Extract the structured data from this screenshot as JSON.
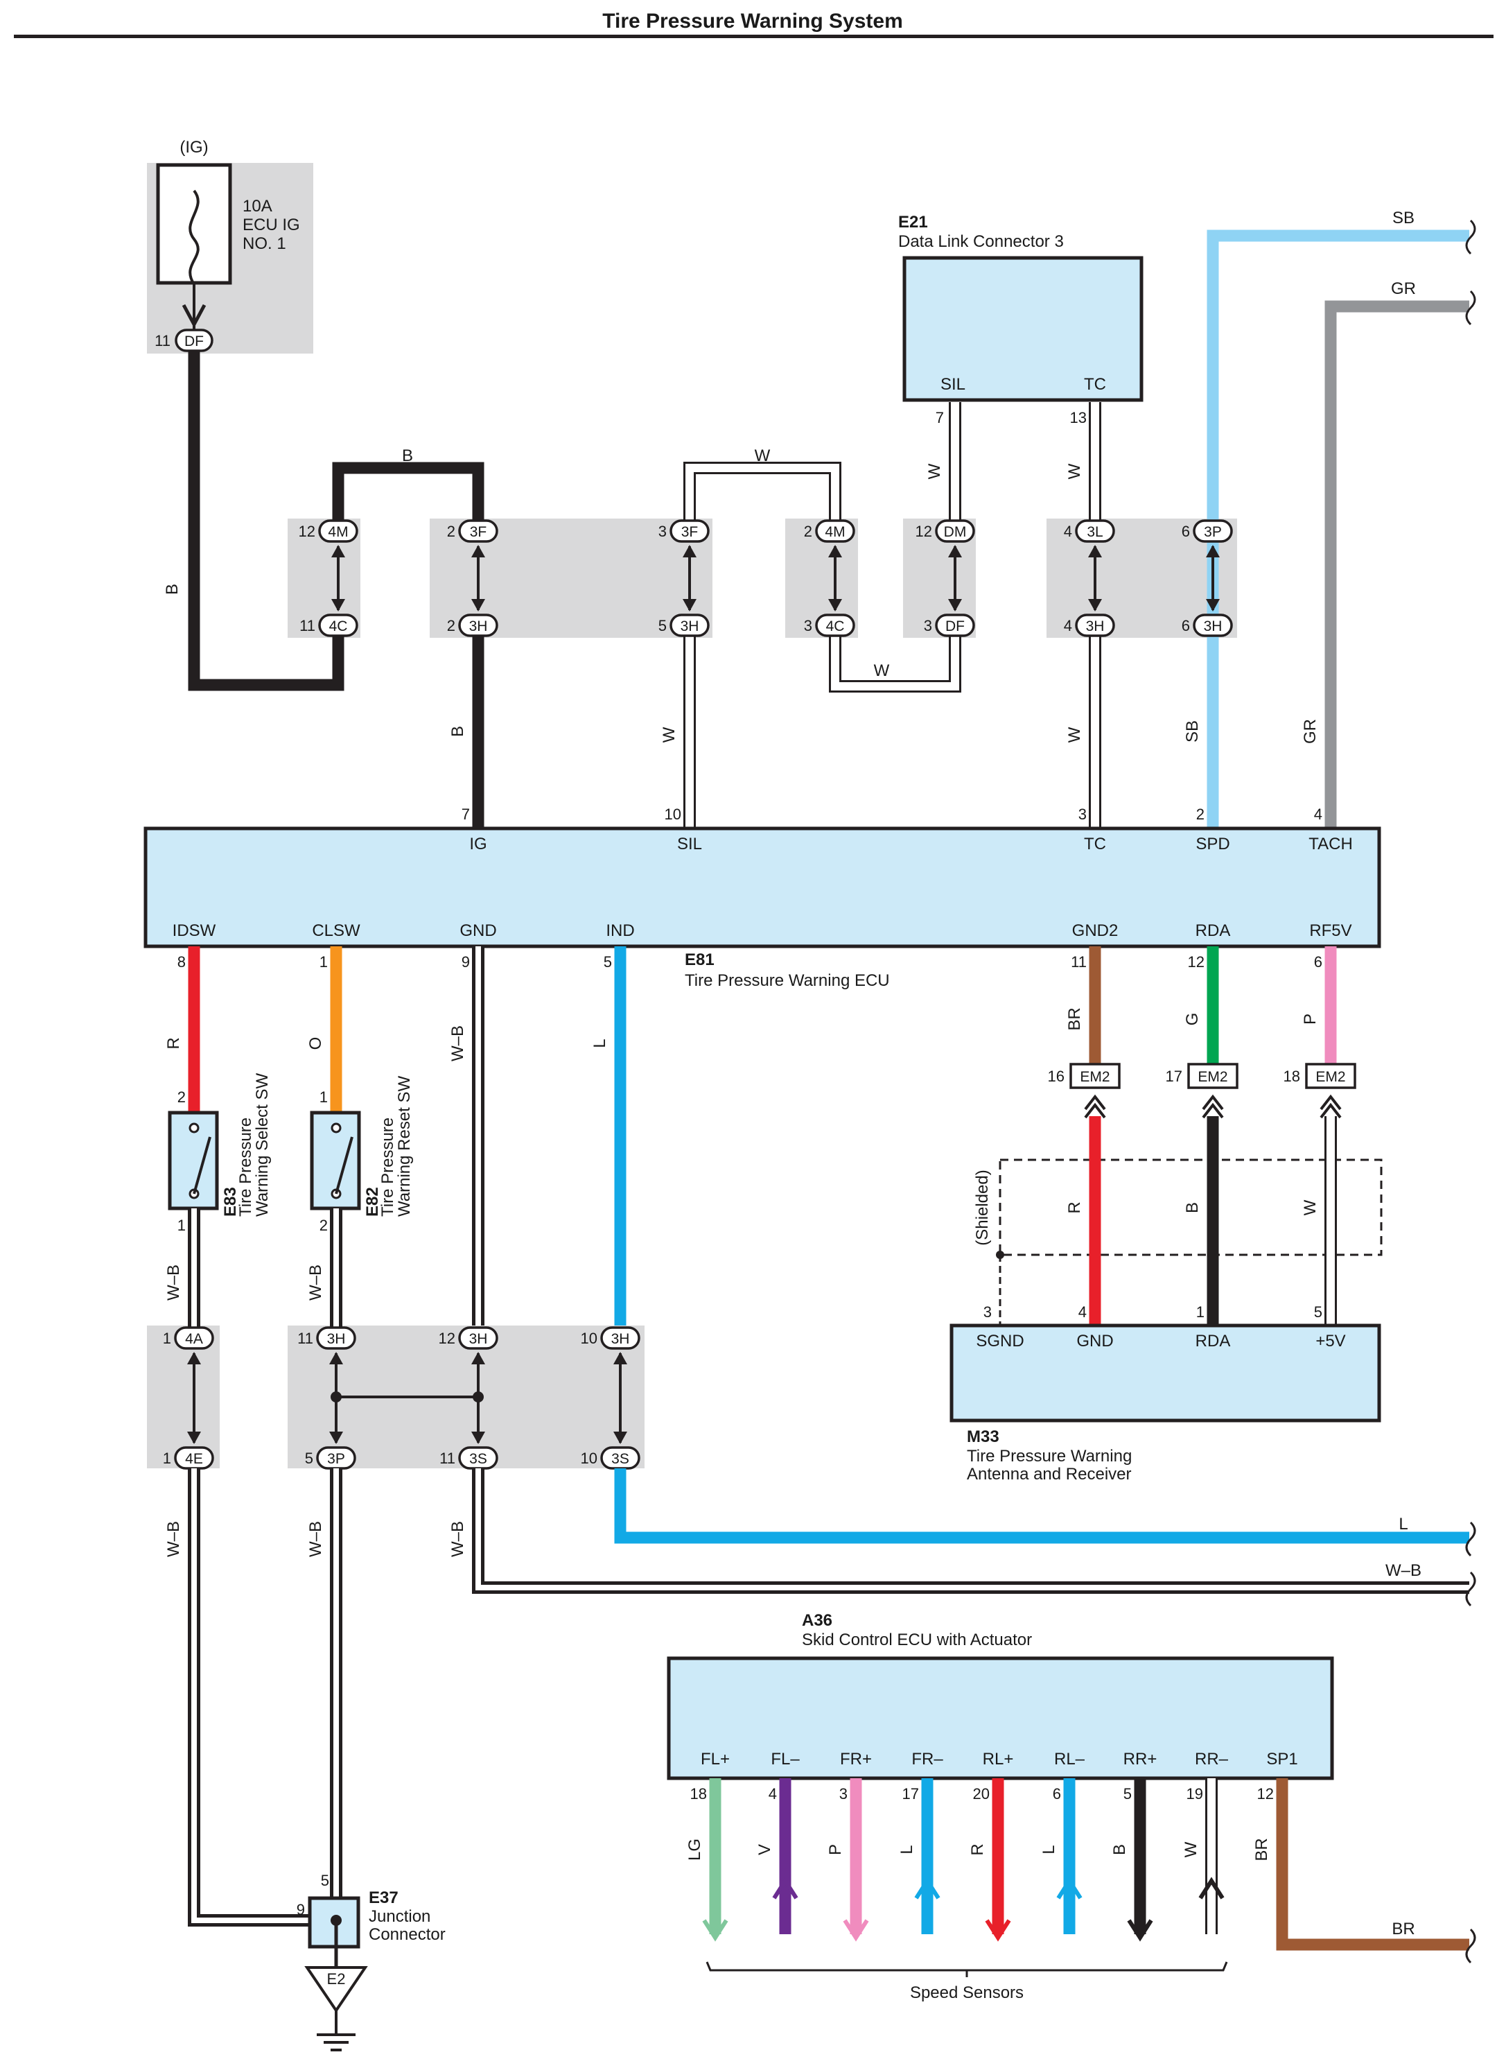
{
  "title": "Tire Pressure Warning System",
  "fuse": {
    "source": "(IG)",
    "rating": "10A",
    "name_line1": "ECU IG",
    "name_line2": "NO. 1",
    "connector": "DF",
    "pin": "11"
  },
  "dlc": {
    "code": "E21",
    "name": "Data Link Connector 3",
    "pins": [
      {
        "label": "SIL",
        "num": "7"
      },
      {
        "label": "TC",
        "num": "13"
      }
    ]
  },
  "ecu": {
    "code": "E81",
    "name": "Tire Pressure Warning ECU",
    "top_pins": [
      {
        "label": "IG",
        "num": "7"
      },
      {
        "label": "SIL",
        "num": "10"
      },
      {
        "label": "TC",
        "num": "3"
      },
      {
        "label": "SPD",
        "num": "2"
      },
      {
        "label": "TACH",
        "num": "4"
      }
    ],
    "bottom_pins": [
      {
        "label": "IDSW",
        "num": "8"
      },
      {
        "label": "CLSW",
        "num": "1"
      },
      {
        "label": "GND",
        "num": "9"
      },
      {
        "label": "IND",
        "num": "5"
      },
      {
        "label": "GND2",
        "num": "11"
      },
      {
        "label": "RDA",
        "num": "12"
      },
      {
        "label": "RF5V",
        "num": "6"
      }
    ]
  },
  "upper_connectors": [
    {
      "top": "4M",
      "top_pin": "12",
      "bottom": "4C",
      "bottom_pin": "11"
    },
    {
      "top": "3F",
      "top_pin": "2",
      "bottom": "3H",
      "bottom_pin": "2"
    },
    {
      "top": "3F",
      "top_pin": "3",
      "bottom": "3H",
      "bottom_pin": "5"
    },
    {
      "top": "4M",
      "top_pin": "2",
      "bottom": "4C",
      "bottom_pin": "3"
    },
    {
      "top": "DM",
      "top_pin": "12",
      "bottom": "DF",
      "bottom_pin": "3"
    },
    {
      "top": "3L",
      "top_pin": "4",
      "bottom": "3H",
      "bottom_pin": "4"
    },
    {
      "top": "3P",
      "top_pin": "6",
      "bottom": "3H",
      "bottom_pin": "6"
    }
  ],
  "lower_connectors": [
    {
      "top": "4A",
      "top_pin": "1",
      "bottom": "4E",
      "bottom_pin": "1"
    },
    {
      "top": "3H",
      "top_pin": "11",
      "bottom": "3P",
      "bottom_pin": "5"
    },
    {
      "top": "3H",
      "top_pin": "12",
      "bottom": "3S",
      "bottom_pin": "11"
    },
    {
      "top": "3H",
      "top_pin": "10",
      "bottom": "3S",
      "bottom_pin": "10"
    }
  ],
  "em2": [
    {
      "pin": "16",
      "name": "EM2"
    },
    {
      "pin": "17",
      "name": "EM2"
    },
    {
      "pin": "18",
      "name": "EM2"
    }
  ],
  "switches": [
    {
      "code": "E83",
      "line1": "Tire Pressure",
      "line2": "Warning Select SW",
      "pin_top": "2",
      "pin_bottom": "1"
    },
    {
      "code": "E82",
      "line1": "Tire Pressure",
      "line2": "Warning Reset SW",
      "pin_top": "1",
      "pin_bottom": "2"
    }
  ],
  "receiver": {
    "code": "M33",
    "line1": "Tire Pressure Warning",
    "line2": "Antenna and Receiver",
    "shielded": "(Shielded)",
    "pins": [
      {
        "label": "SGND",
        "num": "3"
      },
      {
        "label": "GND",
        "num": "4"
      },
      {
        "label": "RDA",
        "num": "1"
      },
      {
        "label": "+5V",
        "num": "5"
      }
    ]
  },
  "junction": {
    "code": "E37",
    "line1": "Junction",
    "line2": "Connector",
    "pin_left": "9",
    "pin_top": "5"
  },
  "ground": "E2",
  "skid": {
    "code": "A36",
    "name": "Skid Control ECU with Actuator",
    "pins": [
      {
        "label": "FL+",
        "num": "18",
        "wire": "LG",
        "color": "#7fc79b"
      },
      {
        "label": "FL–",
        "num": "4",
        "wire": "V",
        "color": "#6b2c91"
      },
      {
        "label": "FR+",
        "num": "3",
        "wire": "P",
        "color": "#f08cbe"
      },
      {
        "label": "FR–",
        "num": "17",
        "wire": "L",
        "color": "#12a9e6"
      },
      {
        "label": "RL+",
        "num": "20",
        "wire": "R",
        "color": "#e8202a"
      },
      {
        "label": "RL–",
        "num": "6",
        "wire": "L",
        "color": "#12a9e6"
      },
      {
        "label": "RR+",
        "num": "5",
        "wire": "B",
        "color": "#231f20"
      },
      {
        "label": "RR–",
        "num": "19",
        "wire": "W",
        "color": "#ffffff"
      },
      {
        "label": "SP1",
        "num": "12",
        "wire": "BR",
        "color": "#9e5a34"
      }
    ],
    "sensors": "Speed Sensors"
  },
  "wire_labels": {
    "b_left": "B",
    "b_top": "B",
    "b_mid": "B",
    "w_top": "W",
    "w_bridge": "W",
    "w_dlc": "W",
    "w_dlc2": "W",
    "w_sil": "W",
    "w_tc": "W",
    "sb_top": "SB",
    "sb_mid": "SB",
    "gr_top": "GR",
    "gr_mid": "GR",
    "r_idsw": "R",
    "o_clsw": "O",
    "wb_gnd": "W–B",
    "l_ind": "L",
    "br_gnd2": "BR",
    "g_rda": "G",
    "p_rf5v": "P",
    "r_shield": "R",
    "b_shield": "B",
    "w_shield": "W",
    "wb_sw1": "W–B",
    "wb_sw2": "W–B",
    "wb_j1": "W–B",
    "wb_j2": "W–B",
    "wb_j3": "W–B",
    "l_right": "L",
    "wb_right": "W–B",
    "br_right": "BR"
  },
  "colors": {
    "B": "#231f20",
    "W": "#ffffff",
    "SB": "#8fd3f4",
    "GR": "#939598",
    "R": "#e8202a",
    "O": "#f7941d",
    "L": "#12a9e6",
    "BR": "#9e5a34",
    "G": "#00a651",
    "P": "#f08cbe",
    "LG": "#7fc79b",
    "V": "#6b2c91",
    "box": "#cdeaf8",
    "splice": "#d9d9da"
  }
}
